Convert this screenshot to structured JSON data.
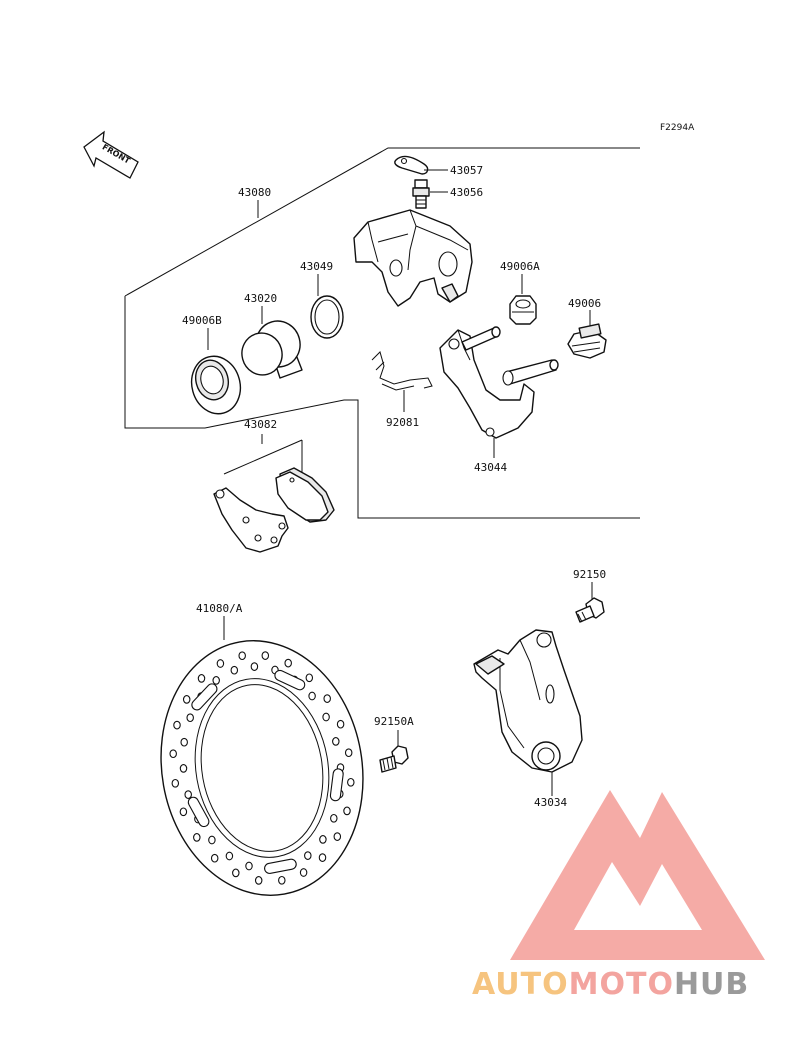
{
  "figure_ref": "F2294A",
  "front_label": "FRONT",
  "parts": {
    "p43057": "43057",
    "p43056": "43056",
    "p43080": "43080",
    "p43049": "43049",
    "p49006A": "49006A",
    "p43020": "43020",
    "p49006": "49006",
    "p49006B": "49006B",
    "p92081": "92081",
    "p43044": "43044",
    "p43082": "43082",
    "p92150": "92150",
    "p41080A": "41080/A",
    "p92150A": "92150A",
    "p43034": "43034"
  },
  "watermark": {
    "part1": "AUTO",
    "part2": "MOTO",
    "part3": "HUB",
    "colors": {
      "auto": "#f6c47f",
      "moto": "#f3a49f",
      "hub": "#9a9a9a",
      "logo": "#f39c97"
    }
  }
}
